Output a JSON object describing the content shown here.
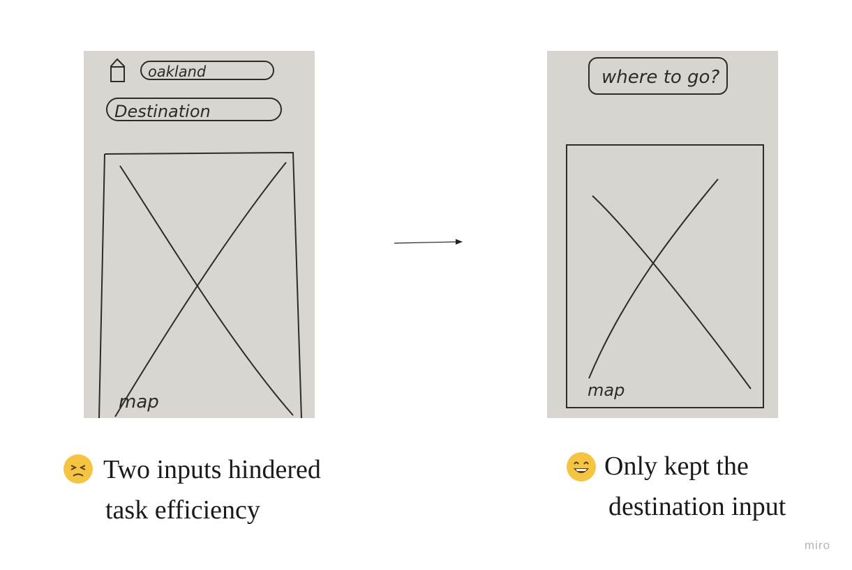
{
  "left_sketch": {
    "start_field": "oakland",
    "destination_field": "Destination",
    "map_label": "map"
  },
  "right_sketch": {
    "search_field": "where to go?",
    "map_label": "map"
  },
  "captions": {
    "left_line1": "Two inputs hindered",
    "left_line2": "task efficiency",
    "left_emoji": "persevering-face-emoji",
    "right_line1": "Only kept the",
    "right_line2": "destination input",
    "right_emoji": "grinning-face-emoji"
  },
  "watermark": "miro",
  "icons": {
    "home": "home-icon",
    "arrow": "right-arrow-icon"
  }
}
